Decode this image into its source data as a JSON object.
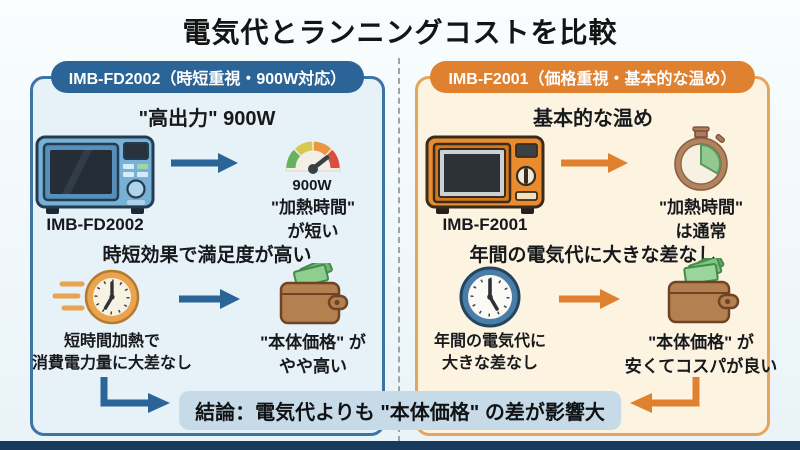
{
  "title": "電気代とランニングコストを比較",
  "colors": {
    "left_accent": "#2b6496",
    "left_panel_bg": "#e6f1f8",
    "right_accent": "#e0812f",
    "right_panel_bg": "#fcf3e1",
    "conclusion_bg": "#c6dae7",
    "bottom_bar": "#17395a"
  },
  "left_panel": {
    "badge": "IMB-FD2002（時短重視・900W対応）",
    "row1": {
      "heading": "\"高出力\" 900W",
      "device_label": "IMB-FD2002",
      "gauge_label": "900W",
      "result_line1": "\"加熱時間\"",
      "result_line2": "が短い",
      "icons": [
        "microwave-blue-icon",
        "arrow-right-icon",
        "gauge-icon"
      ]
    },
    "row2": {
      "heading": "時短効果で満足度が高い",
      "cause_line1": "短時間加熱で",
      "cause_line2": "消費電力量に大差なし",
      "result_line1": "\"本体価格\" が",
      "result_line2": "やや高い",
      "icons": [
        "fast-clock-icon",
        "arrow-right-icon",
        "wallet-icon"
      ]
    }
  },
  "right_panel": {
    "badge": "IMB-F2001（価格重視・基本的な温め）",
    "row1": {
      "heading": "基本的な温め",
      "device_label": "IMB-F2001",
      "result_line1": "\"加熱時間\"",
      "result_line2": "は通常",
      "icons": [
        "microwave-orange-icon",
        "arrow-right-icon",
        "stopwatch-icon"
      ]
    },
    "row2": {
      "heading": "年間の電気代に大きな差なし",
      "cause_line1": "年間の電気代に",
      "cause_line2": "大きな差なし",
      "result_line1": "\"本体価格\" が",
      "result_line2": "安くてコスパが良い",
      "icons": [
        "clock-icon",
        "arrow-right-icon",
        "wallet-bills-icon"
      ]
    }
  },
  "conclusion": {
    "text": "結論：電気代よりも \"本体価格\" の差が影響大"
  }
}
